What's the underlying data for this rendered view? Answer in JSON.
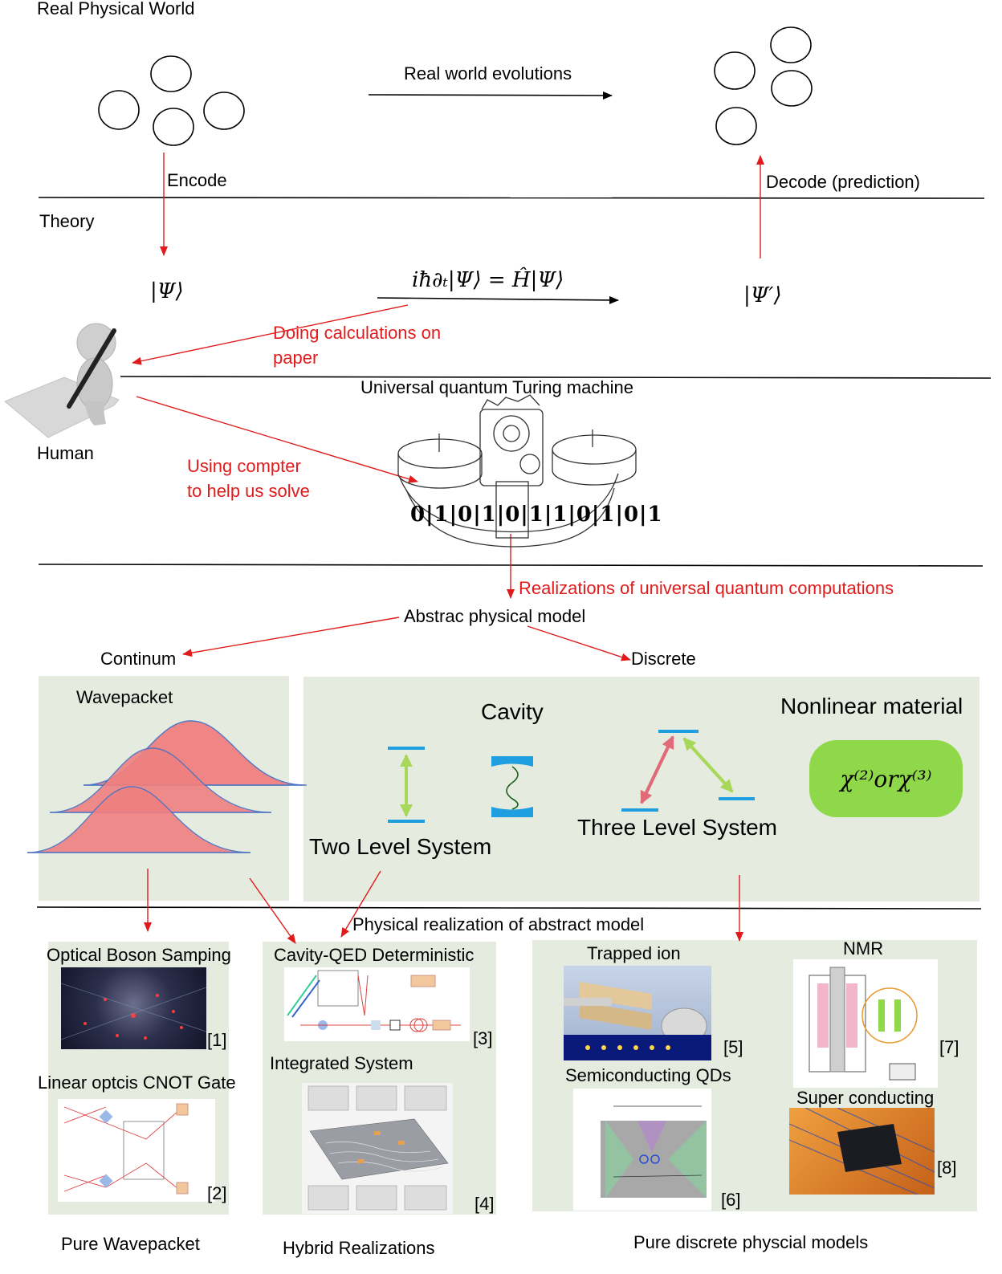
{
  "sections": {
    "real_world": "Real Physical World",
    "theory": "Theory",
    "human": "Human"
  },
  "top": {
    "evolution_label": "Real world evolutions",
    "encode": "Encode",
    "decode": "Decode (prediction)"
  },
  "equations": {
    "psi": "|Ψ⟩",
    "schrodinger": "iħ∂ₜ|Ψ⟩ = Ĥ|Ψ⟩",
    "psi_prime": "|Ψ′⟩",
    "chi": "χ⁽²⁾orχ⁽³⁾"
  },
  "annotations": {
    "paper_line1": "Doing calculations on",
    "paper_line2": "paper",
    "computer_line1": "Using compter",
    "computer_line2": "to help us solve",
    "turing_machine": "Universal quantum Turing machine",
    "tape_digits": "0|1|0|1|0|1|1|0|1|0|1",
    "realizations": "Realizations of universal quantum computations"
  },
  "model": {
    "abstract": "Abstrac physical model",
    "continuum": "Continum",
    "discrete": "Discrete",
    "wavepacket": "Wavepacket",
    "cavity": "Cavity",
    "nonlinear": "Nonlinear material",
    "two_level": "Two Level System",
    "three_level": "Three Level System"
  },
  "realization": {
    "heading": "Physical realization of abstract model",
    "boson_sampling": "Optical Boson Samping",
    "cnot": "Linear optcis CNOT Gate",
    "cavity_qed": "Cavity-QED Deterministic",
    "integrated": "Integrated System",
    "trapped_ion": "Trapped ion",
    "semiconducting": "Semiconducting QDs",
    "nmr": "NMR",
    "superconducting": "Super conducting",
    "ref1": "[1]",
    "ref2": "[2]",
    "ref3": "[3]",
    "ref4": "[4]",
    "ref5": "[5]",
    "ref6": "[6]",
    "ref7": "[7]",
    "ref8": "[8]",
    "pure_wavepacket": "Pure Wavepacket",
    "hybrid": "Hybrid Realizations",
    "pure_discrete": "Pure discrete physcial models"
  },
  "colors": {
    "arrow_red": "#e11b1b",
    "panel_bg": "#e5ebde",
    "level_blue": "#1f9fdf",
    "level_arrow_green": "#a8d85a",
    "level_arrow_red": "#e06a78",
    "chi_green": "#8fd84a",
    "wave_fill": "#f08080"
  }
}
